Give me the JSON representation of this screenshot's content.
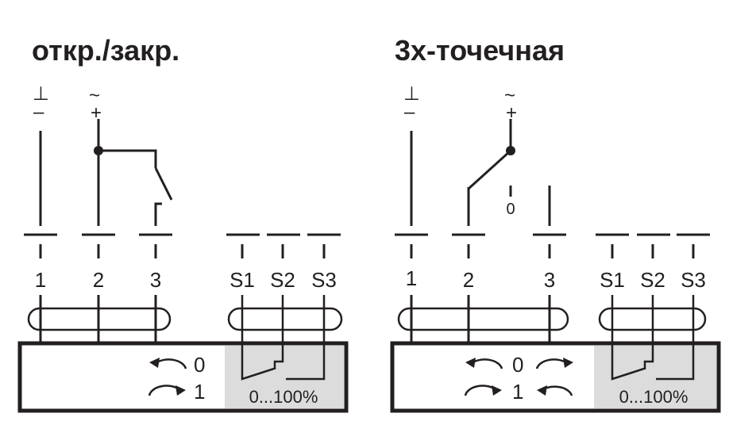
{
  "left": {
    "title": "откр./закр.",
    "ground_symbol": "⊥",
    "minus_symbol": "–",
    "ac_symbol": "~",
    "plus_symbol": "+",
    "terminals": [
      "1",
      "2",
      "3"
    ],
    "switch_terminals": [
      "S1",
      "S2",
      "S3"
    ],
    "rotation_0": "0",
    "rotation_1": "1",
    "range_label": "0...100%"
  },
  "right": {
    "title": "3х-точечная",
    "ground_symbol": "⊥",
    "minus_symbol": "–",
    "ac_symbol": "~",
    "plus_symbol": "+",
    "zero_contact": "0",
    "terminals": [
      "1",
      "2",
      "3"
    ],
    "switch_terminals": [
      "S1",
      "S2",
      "S3"
    ],
    "rotation_0": "0",
    "rotation_1": "1",
    "range_label": "0...100%"
  },
  "colors": {
    "ink": "#231f20",
    "panel": "#dcdcdc",
    "background": "#ffffff"
  }
}
